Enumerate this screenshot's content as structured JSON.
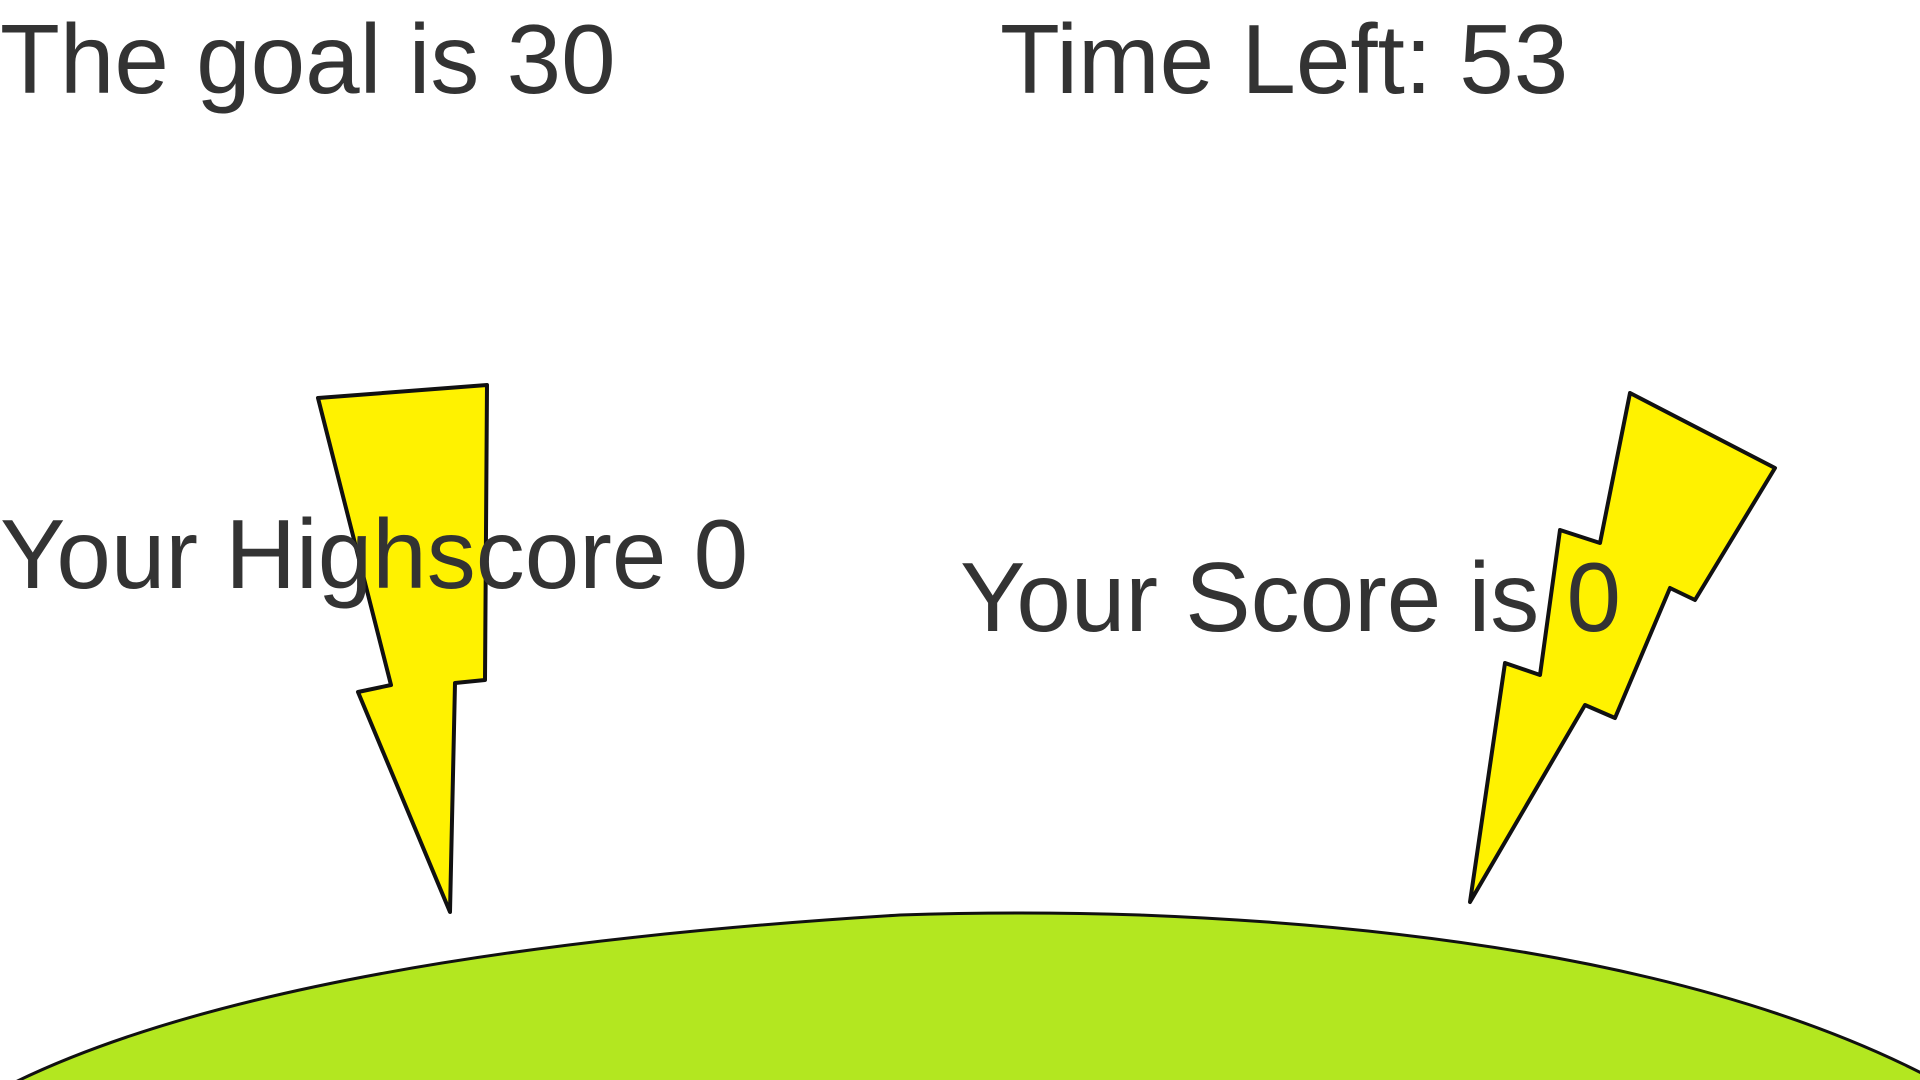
{
  "hud": {
    "goal_text": "The goal is 30",
    "time_text": "Time Left: 53",
    "highscore_text": "Your Highscore 0",
    "score_text": "Your Score is 0"
  },
  "colors": {
    "background": "#ffffff",
    "text": "#333333",
    "ground": "#b3e720",
    "lightning_fill": "#fff200",
    "outline": "#111111"
  }
}
